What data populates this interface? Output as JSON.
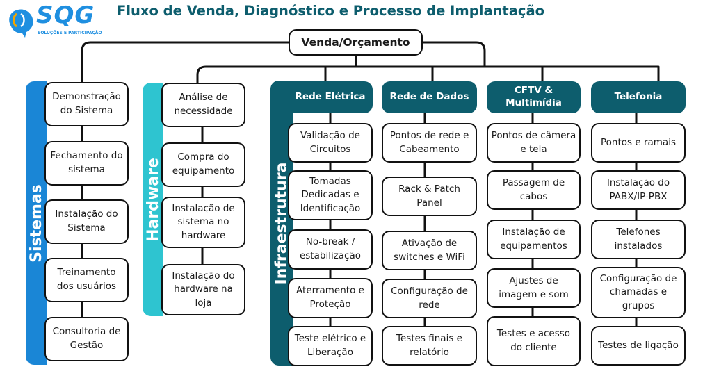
{
  "brand": {
    "logo_text": "SQG",
    "logo_sub": "SOLUÇÕES E PARTICIPAÇÃO"
  },
  "title": "Fluxo de Venda, Diagnóstico e Processo de Implantação",
  "root": "Venda/Orçamento",
  "sistemas": {
    "label": "Sistemas",
    "items": [
      "Demonstração do Sistema",
      "Fechamento do sistema",
      "Instalação do Sistema",
      "Treinamento dos usuários",
      "Consultoria de Gestão"
    ]
  },
  "hardware": {
    "label": "Hardware",
    "items": [
      "Análise de necessidade",
      "Compra do equipamento",
      "Instalação de sistema no hardware",
      "Instalação do hardware na loja"
    ]
  },
  "infraestrutura": {
    "label": "Infraestrutura",
    "rede_eletrica": {
      "header": "Rede Elétrica",
      "items": [
        "Validação de Circuitos",
        "Tomadas Dedicadas e Identificação",
        "No-break / estabilização",
        "Aterramento e Proteção",
        "Teste elétrico e Liberação"
      ]
    },
    "rede_dados": {
      "header": "Rede de Dados",
      "items": [
        "Pontos de rede e Cabeamento",
        "Rack & Patch Panel",
        "Ativação de switches e WiFi",
        "Configuração de rede",
        "Testes finais e relatório"
      ]
    },
    "cftv": {
      "header": "CFTV & Multimídia",
      "items": [
        "Pontos de câmera e tela",
        "Passagem de cabos",
        "Instalação de equipamentos",
        "Ajustes de imagem e som",
        "Testes e acesso do cliente"
      ]
    },
    "telefonia": {
      "header": "Telefonia",
      "items": [
        "Pontos e ramais",
        "Instalação do PABX/IP-PBX",
        "Telefones instalados",
        "Configuração de chamadas e grupos",
        "Testes de ligação"
      ]
    }
  },
  "colors": {
    "sistemas": "#1a86d6",
    "hardware": "#2ec4d0",
    "infra": "#0d5d6d",
    "logo": "#1f8fe0",
    "logo_accent": "#f2a500"
  }
}
